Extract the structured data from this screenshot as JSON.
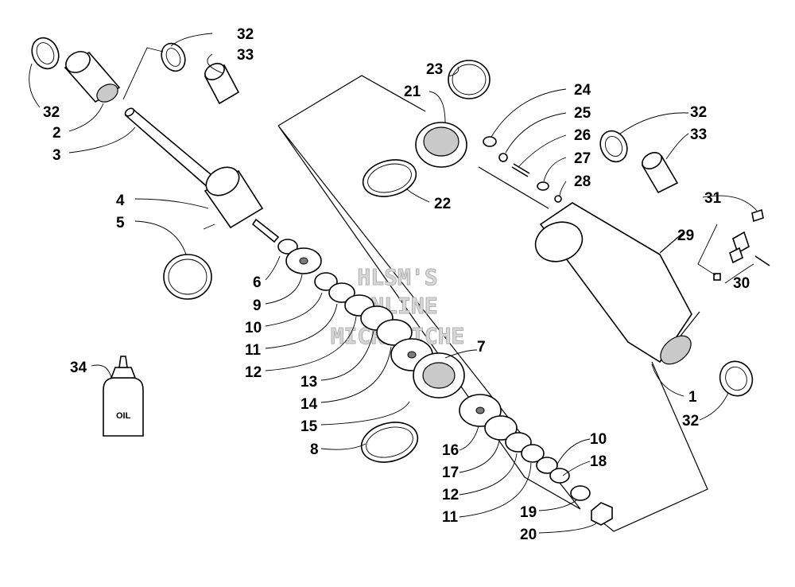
{
  "watermark": [
    "HLSM'S",
    "ONLINE",
    "MICROFICHE"
  ],
  "bottle_label": "OIL",
  "callouts": [
    {
      "id": "c32a",
      "text": "32"
    },
    {
      "id": "c33a",
      "text": "33"
    },
    {
      "id": "c32b",
      "text": "32"
    },
    {
      "id": "c2",
      "text": "2"
    },
    {
      "id": "c3",
      "text": "3"
    },
    {
      "id": "c4",
      "text": "4"
    },
    {
      "id": "c5",
      "text": "5"
    },
    {
      "id": "c6",
      "text": "6"
    },
    {
      "id": "c9",
      "text": "9"
    },
    {
      "id": "c10a",
      "text": "10"
    },
    {
      "id": "c11a",
      "text": "11"
    },
    {
      "id": "c12a",
      "text": "12"
    },
    {
      "id": "c13",
      "text": "13"
    },
    {
      "id": "c14",
      "text": "14"
    },
    {
      "id": "c15",
      "text": "15"
    },
    {
      "id": "c8",
      "text": "8"
    },
    {
      "id": "c34",
      "text": "34"
    },
    {
      "id": "c7",
      "text": "7"
    },
    {
      "id": "c16",
      "text": "16"
    },
    {
      "id": "c17",
      "text": "17"
    },
    {
      "id": "c12b",
      "text": "12"
    },
    {
      "id": "c11b",
      "text": "11"
    },
    {
      "id": "c10b",
      "text": "10"
    },
    {
      "id": "c18",
      "text": "18"
    },
    {
      "id": "c19",
      "text": "19"
    },
    {
      "id": "c20",
      "text": "20"
    },
    {
      "id": "c23",
      "text": "23"
    },
    {
      "id": "c21",
      "text": "21"
    },
    {
      "id": "c22",
      "text": "22"
    },
    {
      "id": "c24",
      "text": "24"
    },
    {
      "id": "c25",
      "text": "25"
    },
    {
      "id": "c26",
      "text": "26"
    },
    {
      "id": "c27",
      "text": "27"
    },
    {
      "id": "c28",
      "text": "28"
    },
    {
      "id": "c32c",
      "text": "32"
    },
    {
      "id": "c33b",
      "text": "33"
    },
    {
      "id": "c31",
      "text": "31"
    },
    {
      "id": "c29",
      "text": "29"
    },
    {
      "id": "c30",
      "text": "30"
    },
    {
      "id": "c1",
      "text": "1"
    },
    {
      "id": "c32d",
      "text": "32"
    }
  ]
}
